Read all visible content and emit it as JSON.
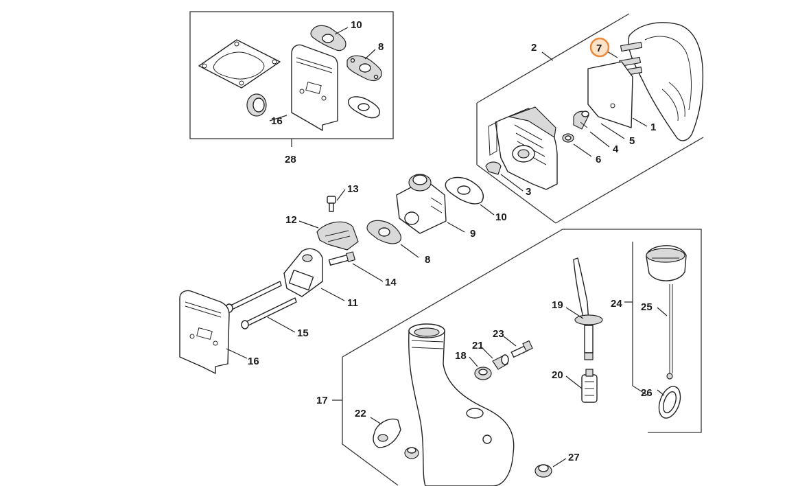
{
  "highlight": {
    "color": "#e98a3c",
    "fill": "#fde3c8"
  },
  "labels": {
    "l1": "1",
    "l2": "2",
    "l3": "3",
    "l4": "4",
    "l5": "5",
    "l6": "6",
    "l7": "7",
    "l8a": "8",
    "l8b": "8",
    "l9": "9",
    "l10a": "10",
    "l10b": "10",
    "l11": "11",
    "l12": "12",
    "l13": "13",
    "l14": "14",
    "l15": "15",
    "l16a": "16",
    "l16b": "16",
    "l17": "17",
    "l18": "18",
    "l19": "19",
    "l20": "20",
    "l21": "21",
    "l22": "22",
    "l23": "23",
    "l24": "24",
    "l25": "25",
    "l26": "26",
    "l27": "27",
    "l28": "28"
  }
}
